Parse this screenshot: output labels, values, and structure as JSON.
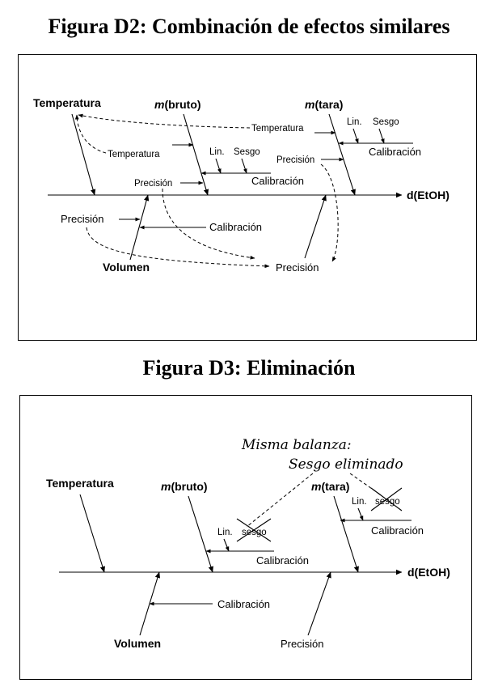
{
  "fig_d2": {
    "title": "Figura D2: Combinación de efectos similares",
    "output": "d(EtOH)",
    "temperatura_main": "Temperatura",
    "m_italic": "m",
    "bruto_suffix": "(bruto)",
    "tara_suffix": "(tara)",
    "temperatura_tara": "Temperatura",
    "lin_tara": "Lin.",
    "sesgo_tara": "Sesgo",
    "calibracion_tara": "Calibración",
    "precision_tara": "Precisión",
    "temperatura_bruto": "Temperatura",
    "lin_bruto": "Lin.",
    "sesgo_bruto": "Sesgo",
    "calibracion_bruto": "Calibración",
    "precision_bruto": "Precisión",
    "precision_volumen": "Precisión",
    "calibracion_volumen": "Calibración",
    "volumen": "Volumen",
    "precision_combined": "Precisión"
  },
  "fig_d3": {
    "title": "Figura D3: Eliminación",
    "note_line1": "Misma balanza:",
    "note_line2": "Sesgo eliminado",
    "output": "d(EtOH)",
    "temperatura": "Temperatura",
    "m_italic": "m",
    "bruto_suffix": "(bruto)",
    "tara_suffix": "(tara)",
    "lin_bruto": "Lin.",
    "sesgo_bruto": "sesgo",
    "calibracion_bruto": "Calibración",
    "lin_tara": "Lin.",
    "sesgo_tara": "sesgo",
    "calibracion_tara": "Calibración",
    "calibracion_volumen": "Calibración",
    "volumen": "Volumen",
    "precision": "Precisión"
  }
}
